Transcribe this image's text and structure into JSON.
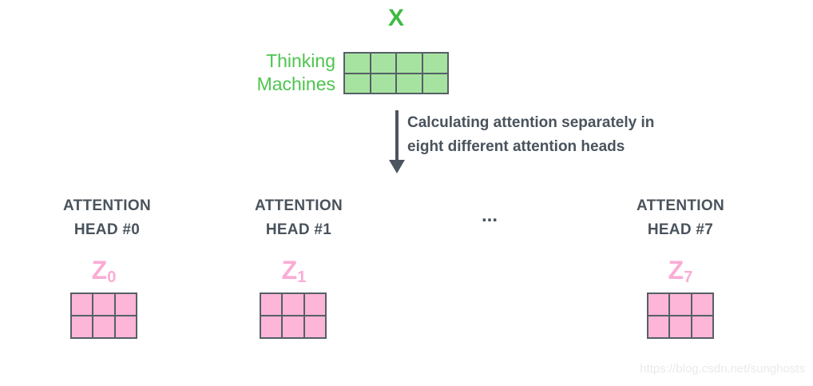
{
  "input": {
    "matrix_label": "X",
    "words": [
      "Thinking",
      "Machines"
    ],
    "grid": {
      "rows": 2,
      "cols": 4
    }
  },
  "arrow_note": {
    "line1": "Calculating attention separately in",
    "line2": "eight different attention heads"
  },
  "heads": [
    {
      "label_line1": "ATTENTION",
      "label_line2": "HEAD #0",
      "z_base": "Z",
      "z_sub": "0"
    },
    {
      "label_line1": "ATTENTION",
      "label_line2": "HEAD #1",
      "z_base": "Z",
      "z_sub": "1"
    },
    {
      "label_line1": "ATTENTION",
      "label_line2": "HEAD #7",
      "z_base": "Z",
      "z_sub": "7"
    }
  ],
  "z_grid": {
    "rows": 2,
    "cols": 3
  },
  "ellipsis": "...",
  "watermark": "https://blog.csdn.net/sunghosts",
  "colors": {
    "green_text": "#3dbb41",
    "green_fill": "#a6e3a0",
    "pink_text": "#fbacd5",
    "pink_fill": "#fdb5d8",
    "matrix_border": "#566066",
    "dark_text": "#49535d",
    "arrow": "#4a5560",
    "watermark_text": "#eaeaea"
  }
}
